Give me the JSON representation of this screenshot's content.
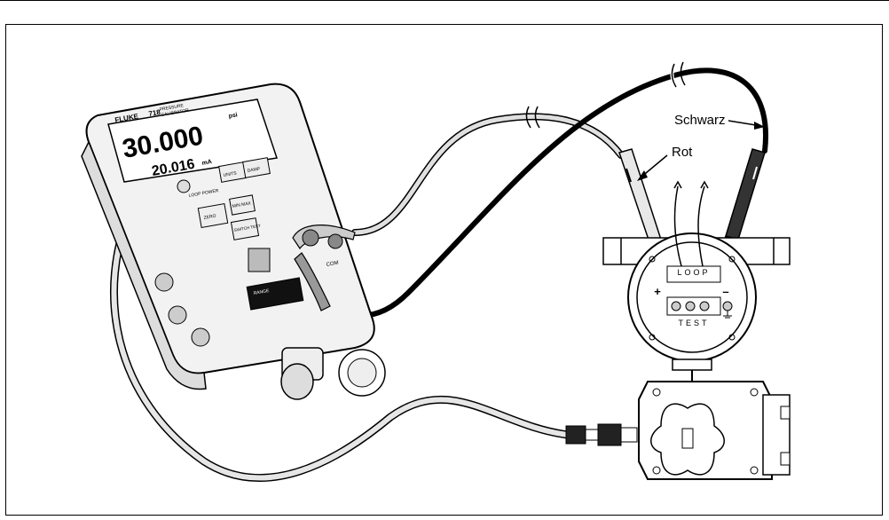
{
  "labels": {
    "red_lead": "Rot",
    "black_lead": "Schwarz"
  },
  "calibrator": {
    "brand": "FLUKE",
    "model": "718",
    "model_caption_1": "PRESSURE",
    "model_caption_2": "CALIBRATOR",
    "pressure_reading": "30.000",
    "pressure_unit": "psi",
    "current_reading": "20.016",
    "current_unit": "mA",
    "buttons": {
      "units": "UNITS",
      "damp": "DAMP",
      "loop_power": "LOOP POWER",
      "zero": "ZERO",
      "min_max": "MIN MAX",
      "switch_test": "SWITCH TEST"
    },
    "range_label": "RANGE",
    "jack_label": "COM"
  },
  "transmitter": {
    "terminal_top": "LOOP",
    "terminal_bottom": "TEST",
    "plus_sign": "+",
    "minus_sign": "–"
  },
  "colors": {
    "line": "#000000",
    "background": "#ffffff",
    "body_fill": "#f2f2f2"
  }
}
